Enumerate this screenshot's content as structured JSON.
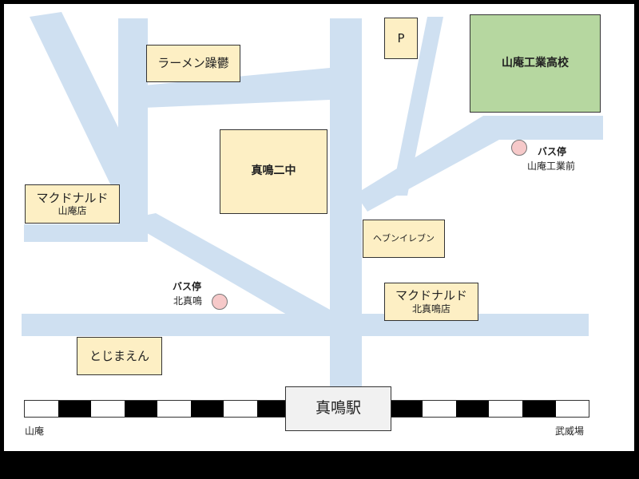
{
  "colors": {
    "road": "#cfe0f1",
    "building": "#fdefc4",
    "school": "#b6d7a0",
    "bus_stop": "#f6c9c9",
    "rail_dark": "#000000",
    "rail_light": "#ffffff"
  },
  "places": {
    "ramen": "ラーメン躁鬱",
    "parking": "P",
    "school": "山庵工業高校",
    "junior_high": "真鳴二中",
    "mcd_yamaan": {
      "name": "マクドナルド",
      "branch": "山庵店"
    },
    "seven": "ヘブンイレブン",
    "mcd_kitamana": {
      "name": "マクドナルド",
      "branch": "北真鳴店"
    },
    "todjimaen": "とじまえん",
    "station": "真鳴駅"
  },
  "bus_stops": [
    {
      "label": "バス停",
      "name": "山庵工業前"
    },
    {
      "label": "バス停",
      "name": "北真鳴"
    }
  ],
  "rail": {
    "left_destination": "山庵",
    "right_destination": "武威場"
  }
}
